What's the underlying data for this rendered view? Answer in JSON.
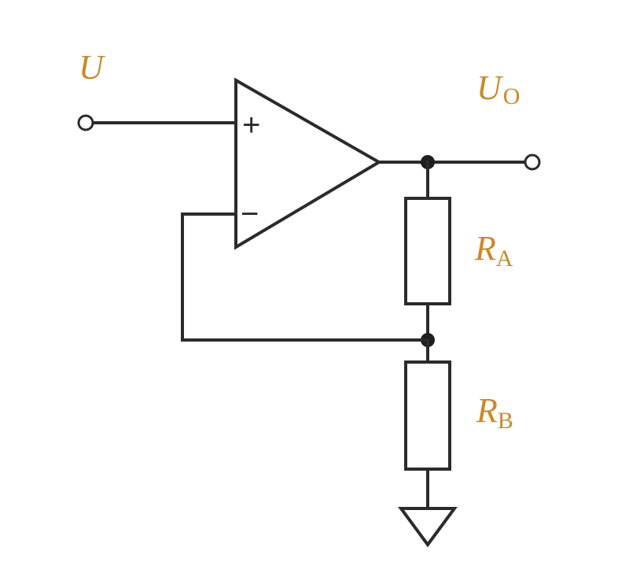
{
  "labels": {
    "input": {
      "main": "U",
      "sub": ""
    },
    "output": {
      "main": "U",
      "sub": "O"
    },
    "resistor_a": {
      "main": "R",
      "sub": "A"
    },
    "resistor_b": {
      "main": "R",
      "sub": "B"
    }
  },
  "opamp": {
    "plus_sign": "+",
    "minus_sign": "−"
  },
  "colors": {
    "label": "#c98a2a",
    "wire": "#2b2b2b"
  }
}
